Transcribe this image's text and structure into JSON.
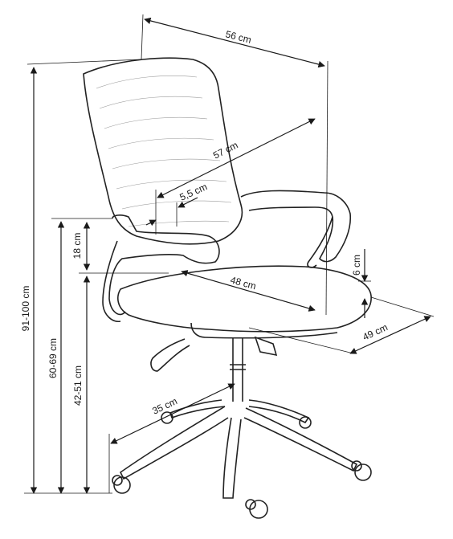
{
  "dimensions": {
    "width_top": "56 cm",
    "backrest_width": "57 cm",
    "armrest_width": "5,5 cm",
    "total_height": "91-100 cm",
    "arm_height": "60-69 cm",
    "arm_to_seat": "18 cm",
    "seat_height": "42-51 cm",
    "seat_width": "48 cm",
    "seat_thickness": "6 cm",
    "seat_depth": "49 cm",
    "base_radius": "35 cm"
  }
}
